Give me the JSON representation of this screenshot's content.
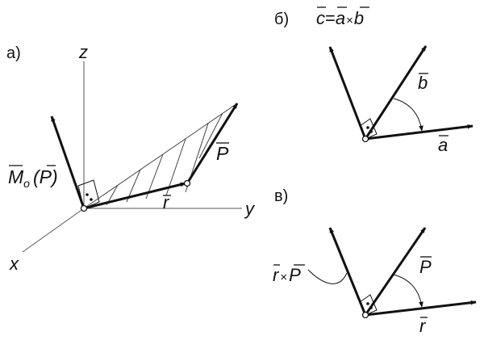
{
  "panel_a": {
    "label": "а)",
    "axis_x": "x",
    "axis_y": "y",
    "axis_z": "z",
    "moment_main": "M",
    "moment_sub": "o",
    "moment_arg": "(P)",
    "moment_arg_letter": "P",
    "vec_r": "r",
    "vec_P": "P"
  },
  "panel_b": {
    "label": "б)",
    "formula_c": "c",
    "formula_eq": "=",
    "formula_a": "a",
    "formula_times": "×",
    "formula_b": "b",
    "vec_a": "a",
    "vec_b": "b"
  },
  "panel_v": {
    "label": "в)",
    "cross_r": "r",
    "cross_times": "×",
    "cross_P": "P",
    "vec_P": "P",
    "vec_r": "r"
  },
  "colors": {
    "ink": "#111111",
    "thin": "#555555"
  }
}
